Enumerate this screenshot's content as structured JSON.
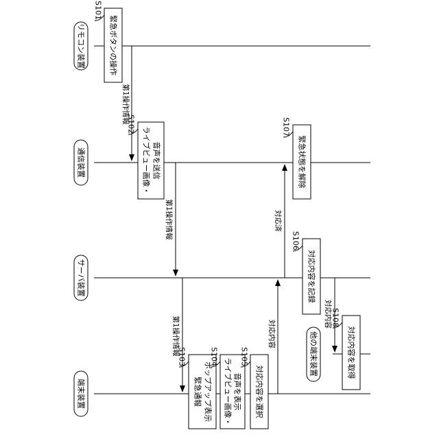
{
  "entities": [
    {
      "key": "remote",
      "label": "リモコン装置"
    },
    {
      "key": "comm",
      "label": "通信装置"
    },
    {
      "key": "server",
      "label": "サーバ装置"
    },
    {
      "key": "terminal",
      "label": "端末装置"
    },
    {
      "key": "other",
      "label": "他の端末装置"
    }
  ],
  "steps": [
    {
      "id": "S101",
      "lines": [
        "緊急ボタンの操作"
      ]
    },
    {
      "id": "S102",
      "lines": [
        "ライブビュー画像・",
        "音声を送信"
      ]
    },
    {
      "id": "S103",
      "lines": [
        "緊急通報",
        "ポップアップ表示"
      ]
    },
    {
      "id": "S104",
      "lines": [
        "ライブビュー画像・",
        "音声を表示"
      ]
    },
    {
      "id": "S105",
      "lines": [
        "対応内容を選択"
      ]
    },
    {
      "id": "S106",
      "lines": [
        "対応内容を記録"
      ]
    },
    {
      "id": "S107",
      "lines": [
        "緊急状態を解除"
      ]
    },
    {
      "id": "S108",
      "lines": [
        "対応内容を取得"
      ]
    }
  ],
  "messages": [
    {
      "key": "m1",
      "label": "第1操作情報"
    },
    {
      "key": "m2",
      "label": "第1操作情報"
    },
    {
      "key": "m3",
      "label": "第1操作情報"
    },
    {
      "key": "m4",
      "label": "対応内容"
    },
    {
      "key": "m5",
      "label": "対応済"
    },
    {
      "key": "m6",
      "label": "対応内容"
    }
  ]
}
